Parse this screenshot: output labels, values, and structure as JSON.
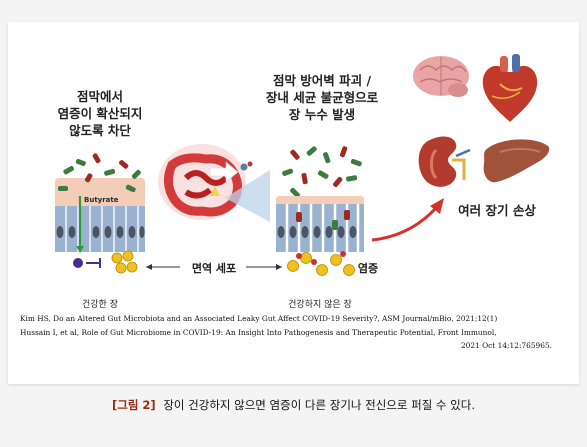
{
  "headings": {
    "left": "점막에서\n염증이 확산되지\n않도록 차단",
    "right": "점막 방어벽 파괴 /\n장내 세균 불균형으로\n장 누수 발생"
  },
  "labels": {
    "butyrate": "Butyrate",
    "immune_cells": "면역 세포",
    "inflammation": "염증",
    "healthy_gut": "건강한 장",
    "unhealthy_gut": "건강하지 않은 장",
    "organ_damage": "여러 장기 손상"
  },
  "references": {
    "line1": "Kim HS, Do an Altered Gut Microbiota and an Associated Leaky Gut Affect COVID-19 Severity?, ASM Journal/mBio, 2021;12(1)",
    "line2": "Hussain I, et al, Role of Gut Microbiome in COVID-19: An Insight Into Pathogenesis and Therapeutic Potential, Front Immunol,",
    "line3": "2021 Oct 14;12:765965."
  },
  "caption": {
    "tag": "[그림 2]",
    "text": "장이 건강하지 않으면 염증이 다른 장기나 전신으로 퍼질 수 있다."
  },
  "colors": {
    "arrow_red": "#d8312a",
    "caption_tag": "#9a2a10",
    "bacteria_green": "#3f7a3f",
    "bacteria_red": "#9e2a22",
    "cell_blue": "#9ab2cf",
    "mucus_pink": "#f3cdb8"
  }
}
